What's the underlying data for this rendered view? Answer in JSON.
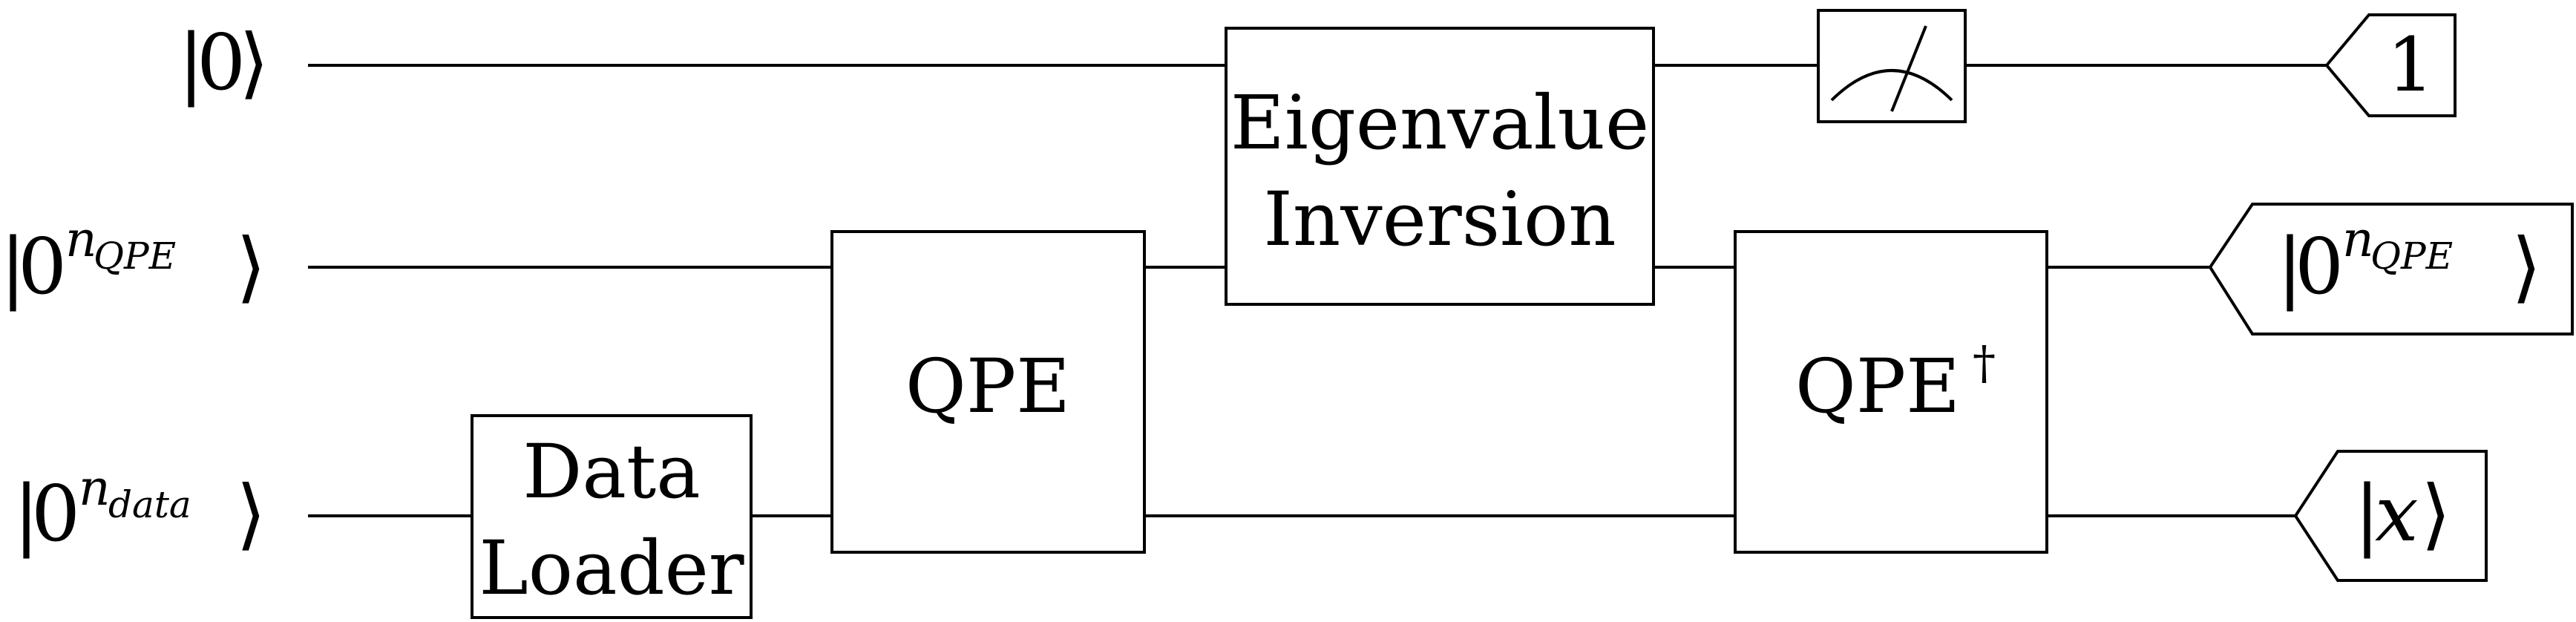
{
  "inputs": {
    "q0": {
      "ket_base": "0",
      "superscript": ""
    },
    "q1": {
      "ket_base": "0",
      "superscript": "n",
      "subscript": "QPE"
    },
    "q2": {
      "ket_base": "0",
      "superscript": "n",
      "subscript": "data"
    }
  },
  "gates": {
    "data_loader": {
      "line1": "Data",
      "line2": "Loader"
    },
    "qpe": {
      "label": "QPE"
    },
    "eigen_inversion": {
      "line1": "Eigenvalue",
      "line2": "Inversion"
    },
    "qpe_dagger": {
      "label": "QPE",
      "dagger": "†"
    },
    "measure": {
      "icon": "measurement-meter-icon"
    }
  },
  "outputs": {
    "q0": {
      "value": "1"
    },
    "q1": {
      "ket_base": "0",
      "superscript": "n",
      "subscript": "QPE"
    },
    "q2": {
      "value": "x"
    }
  }
}
